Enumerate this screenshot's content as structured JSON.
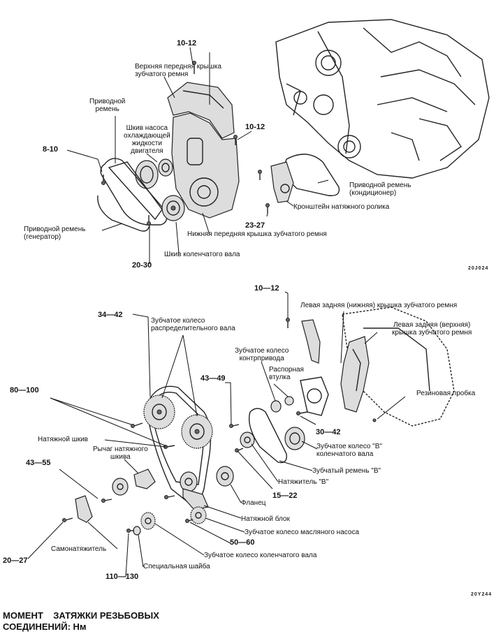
{
  "top_diagram": {
    "labels": {
      "upper_front_cover": "Верхняя передняя крышка\nзубчатого ремня",
      "drive_belt": "Приводной\nремень",
      "water_pump_pulley": "Шкив насоса\nохлаждающей\nжидкости\nдвигателя",
      "drive_belt_ac": "Приводной ремень\n(кондиционер)",
      "tensioner_bracket": "Кронштейн натяжного ролика",
      "drive_belt_generator": "Приводной ремень\n(генератор)",
      "lower_front_cover": "Нижняя передняя крышка зубчатого ремня",
      "crank_pulley": "Шкив коленчатого вала"
    },
    "torques": {
      "t1": "10-12",
      "t2": "10-12",
      "t3": "8-10",
      "t4": "23-27",
      "t5": "20-30"
    },
    "code": "20J024"
  },
  "bottom_diagram": {
    "labels": {
      "camshaft_sprocket": "Зубчатое колесо\nраспределительного вала",
      "left_rear_lower_cover": "Левая задняя (нижняя) крышка зубчатого ремня",
      "left_rear_upper_cover": "Левая задняя (верхняя)\nкрышка зубчатого ремня",
      "counter_sprocket": "Зубчатое колесо\nконтрпривода",
      "spacer": "Распорная\nвтулка",
      "rubber_plug": "Резиновая пробка",
      "tensioner_pulley": "Натяжной шкив",
      "tensioner_arm": "Рычаг натяжного\nшкива",
      "crank_sprocket_b": "Зубчатое колесо \"B\"\nколенчатого вала",
      "timing_belt_b": "Зубчатый ремень \"B\"",
      "tensioner_b": "Натяжитель \"B\"",
      "flange": "Фланец",
      "tension_block": "Натяжной блок",
      "oil_pump_sprocket": "Зубчатое колесо масляного насоса",
      "crank_sprocket": "Зубчатое колесо коленчатого вала",
      "special_washer": "Специальная шайба",
      "auto_tensioner": "Самонатяжитель"
    },
    "torques": {
      "t1": "10—12",
      "t2": "34—42",
      "t3": "43—49",
      "t4": "80—100",
      "t5": "30—42",
      "t6": "43—55",
      "t7": "15—22",
      "t8": "50—60",
      "t9": "20—27",
      "t10": "110—130"
    },
    "code": "20Y244"
  },
  "footer": "МОМЕНТ    ЗАТЯЖКИ РЕЗЬБОВЫХ\nСОЕДИНЕНИЙ: Нм"
}
